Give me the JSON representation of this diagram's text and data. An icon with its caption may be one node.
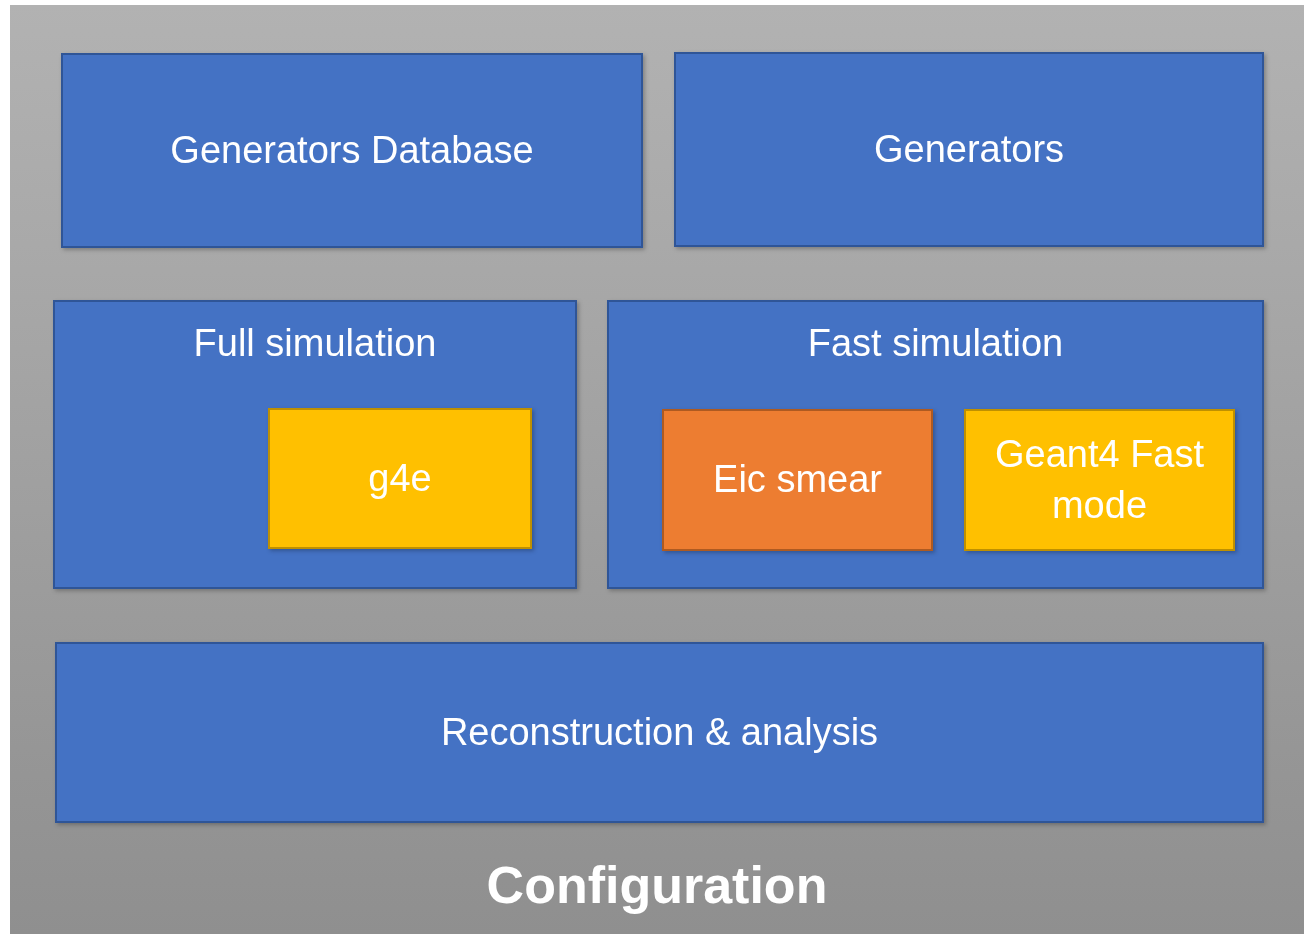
{
  "diagram": {
    "nodes": [
      {
        "text": [
          "Configuration"
        ]
      },
      {
        "text": [
          "Generators Database"
        ],
        "in": 0
      },
      {
        "text": [
          "Generators"
        ],
        "in": 0
      },
      {
        "text": [
          "Full simulation"
        ],
        "in": 0
      },
      {
        "text": [
          "g4e"
        ],
        "in": 3
      },
      {
        "text": [
          "Fast simulation"
        ],
        "in": 0
      },
      {
        "text": [
          "Eic smear"
        ],
        "in": 5
      },
      {
        "text": [
          "Geant4 Fast mode"
        ],
        "in": 5
      },
      {
        "text": [
          "Reconstruction & analysis"
        ],
        "in": 0
      }
    ]
  }
}
